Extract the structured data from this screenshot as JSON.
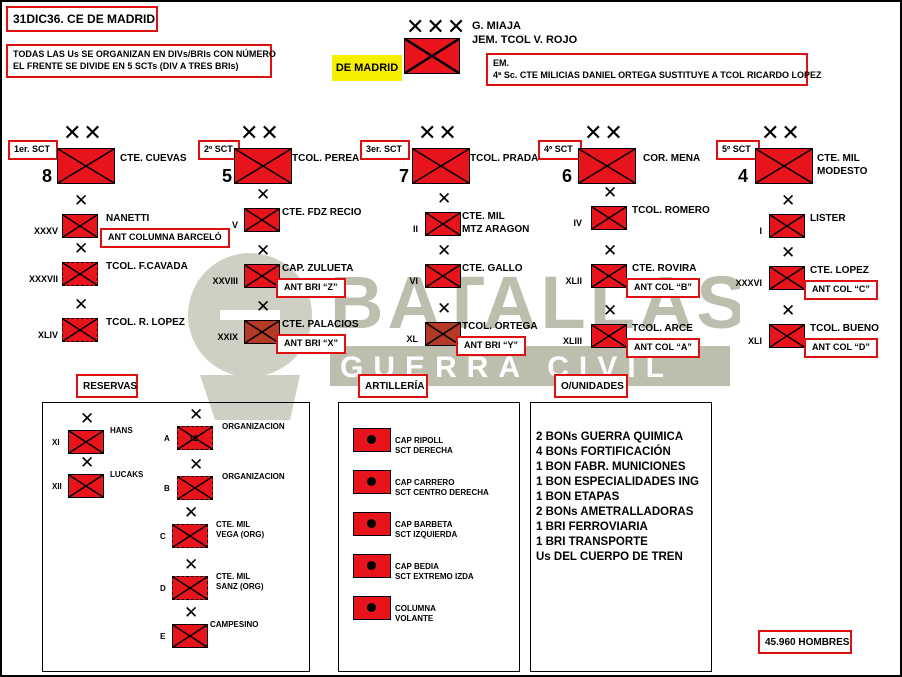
{
  "title": "31DIC36. CE DE MADRID",
  "note": [
    "TODAS LAS Us SE ORGANIZAN EN DIVs/BRIs CON NÚMERO",
    "EL FRENTE SE DIVIDE EN 5 SCTs (DIV A TRES BRIs)"
  ],
  "hq": {
    "label": "DE MADRID",
    "commander": "G. MIAJA",
    "chief_staff": "JEM. TCOL V. ROJO"
  },
  "em_note": [
    "EM.",
    "4ª Sc. CTE MILICIAS DANIEL ORTEGA SUSTITUYE A TCOL RICARDO LOPEZ"
  ],
  "watermark": {
    "line1": "BATALLAS",
    "line2": "GUERRA CIVIL"
  },
  "sectors": [
    {
      "tag": "1er. SCT",
      "number": "8",
      "commander": "CTE. CUEVAS",
      "brigades": [
        {
          "roman": "XXXV",
          "name": "NANETTI",
          "note": "ANT COLUMNA BARCELÓ"
        },
        {
          "roman": "XXXVII",
          "name": "TCOL. F.CAVADA"
        },
        {
          "roman": "XLIV",
          "name": "TCOL. R. LOPEZ"
        }
      ]
    },
    {
      "tag": "2º SCT",
      "number": "5",
      "commander": "TCOL. PEREA",
      "brigades": [
        {
          "roman": "V",
          "name": "CTE. FDZ RECIO"
        },
        {
          "roman": "XXVIII",
          "name": "CAP. ZULUETA",
          "note": "ANT BRI “Z”"
        },
        {
          "roman": "XXIX",
          "name": "CTE. PALACIOS",
          "note": "ANT BRI “X”"
        }
      ]
    },
    {
      "tag": "3er. SCT",
      "number": "7",
      "commander": "TCOL. PRADA",
      "brigades": [
        {
          "roman": "II",
          "name": "CTE. MIL\nMTZ ARAGON"
        },
        {
          "roman": "VI",
          "name": "CTE. GALLO"
        },
        {
          "roman": "XL",
          "name": "TCOL. ORTEGA",
          "note": "ANT BRI “Y”"
        }
      ]
    },
    {
      "tag": "4º SCT",
      "number": "6",
      "commander": "COR. MENA",
      "brigades": [
        {
          "roman": "IV",
          "name": "TCOL. ROMERO"
        },
        {
          "roman": "XLII",
          "name": "CTE. ROVIRA",
          "note": "ANT COL “B”"
        },
        {
          "roman": "XLIII",
          "name": "TCOL. ARCE",
          "note": "ANT COL “A”"
        }
      ]
    },
    {
      "tag": "5º SCT",
      "number": "4",
      "commander": "CTE. MIL\nMODESTO",
      "brigades": [
        {
          "roman": "I",
          "name": "LISTER"
        },
        {
          "roman": "XXXVI",
          "name": "CTE. LOPEZ",
          "note": "ANT COL “C”"
        },
        {
          "roman": "XLI",
          "name": "TCOL. BUENO",
          "note": "ANT COL “D”"
        }
      ]
    }
  ],
  "reserves": {
    "header": "RESERVAS",
    "units": [
      {
        "roman": "XI",
        "name": "HANS"
      },
      {
        "roman": "XII",
        "name": "LUCAKS"
      },
      {
        "roman": "A",
        "name": "ORGANIZACION",
        "mark": "12"
      },
      {
        "roman": "B",
        "name": "ORGANIZACION"
      },
      {
        "roman": "C",
        "name": "CTE. MIL\nVEGA (ORG)"
      },
      {
        "roman": "D",
        "name": "CTE. MIL\nSANZ (ORG)"
      },
      {
        "roman": "E",
        "name": "CAMPESINO"
      }
    ]
  },
  "artillery": {
    "header": "ARTILLERÍA",
    "units": [
      {
        "name": "CAP RIPOLL\nSCT DERECHA"
      },
      {
        "name": "CAP CARRERO\nSCT CENTRO DERECHA"
      },
      {
        "name": "CAP BARBETA\nSCT IZQUIERDA"
      },
      {
        "name": "CAP BEDIA\nSCT EXTREMO  IZDA"
      },
      {
        "name": "COLUMNA\nVOLANTE"
      }
    ]
  },
  "other_units": {
    "header": "O/UNIDADES",
    "items": [
      "2 BONs GUERRA QUIMICA",
      "4 BONs FORTIFICACIÓN",
      "1 BON FABR. MUNICIONES",
      "1 BON ESPECIALIDADES ING",
      "1 BON ETAPAS",
      "2 BONs AMETRALLADORAS",
      "1 BRI FERROVIARIA",
      "1 BRI TRANSPORTE",
      "Us DEL CUERPO DE TREN"
    ]
  },
  "total": "45.960 HOMBRES",
  "colors": {
    "unit_fill": "#e8141b",
    "box_border": "#d11111",
    "highlight": "#f7ef00",
    "brown_unit": "#b23a26"
  }
}
